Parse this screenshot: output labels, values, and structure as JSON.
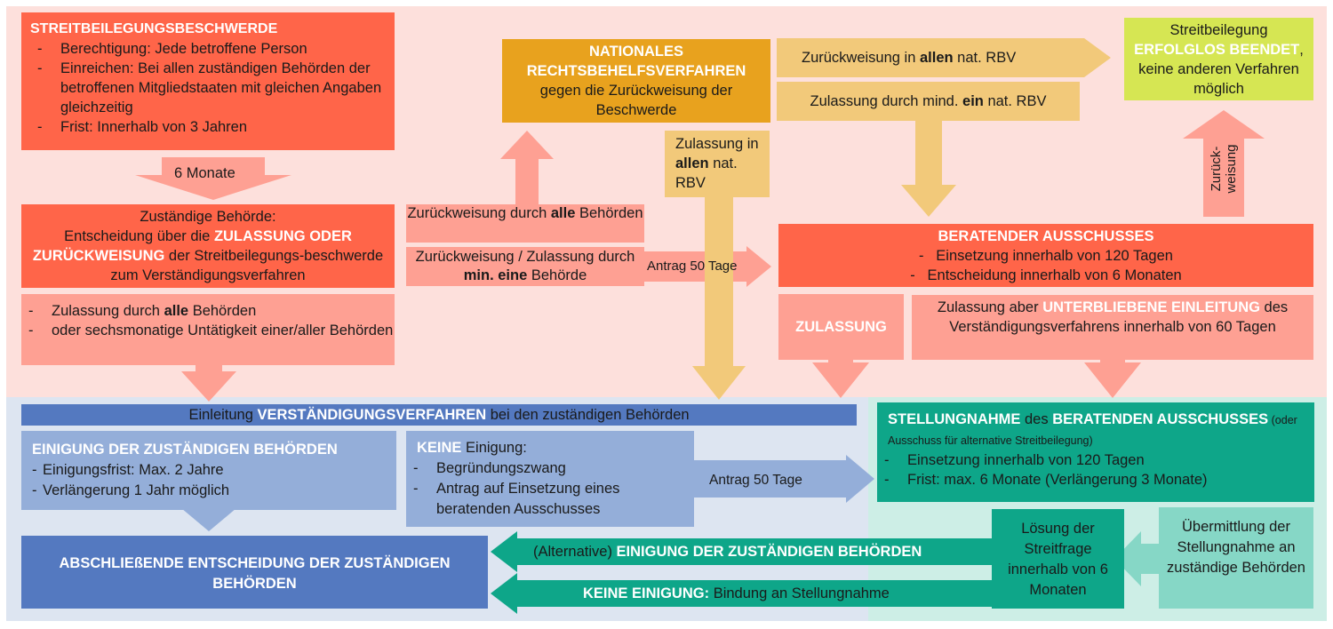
{
  "diagram": {
    "colors": {
      "top_background": "#fde0dc",
      "bottom_left_background": "#dde5f1",
      "bottom_right_background": "#cdeee6",
      "red": "#ff6549",
      "salmon": "#fea093",
      "ochre": "#e8a21e",
      "sand": "#f2c97a",
      "lime": "#d6e653",
      "blue": "#5479c0",
      "light_blue": "#94aed9",
      "teal": "#0ea689",
      "light_teal": "#86d7c6"
    },
    "complaint": {
      "title": "STREITBEILEGUNGSBESCHWERDE",
      "items": [
        "Berechtigung: Jede betroffene Person",
        "Einreichen: Bei allen zuständigen Behörden der betroffenen Mitgliedstaaten mit gleichen Angaben gleichzeitig",
        "Frist: Innerhalb von 3 Jahren"
      ]
    },
    "arrow_6_months": "6 Monate",
    "authority_decision": {
      "line1": "Zuständige Behörde:",
      "line2_pre": "Entscheidung über die ",
      "highlight": "ZULASSUNG ODER ZURÜCKWEISUNG",
      "line2_post": " der Streitbeilegungs-beschwerde zum Verständigungsverfahren"
    },
    "admission_all": {
      "item1_pre": "Zulassung durch ",
      "item1_bold": "alle",
      "item1_post": " Behörden",
      "item2": "oder sechsmonatige Untätigkeit einer/aller Behörden"
    },
    "rejection_all": {
      "pre": "Zurückweisung durch ",
      "bold": "alle",
      "post": " Behörden"
    },
    "rejection_one": {
      "pre": "Zurückweisung / Zulassung durch ",
      "bold": "min. eine",
      "post": " Behörde"
    },
    "arrow_antrag_top": "Antrag 50 Tage",
    "national_remedy": {
      "title": "NATIONALES RECHTSBEHELFSVERFAHREN",
      "subtitle": "gegen die Zurückweisung der Beschwerde"
    },
    "admission_all_rbv": {
      "pre": "Zulassung in ",
      "bold": "allen",
      "post": " nat. RBV"
    },
    "rejection_all_rbv": {
      "pre": "Zurückweisung in ",
      "bold": "allen",
      "post": " nat. RBV"
    },
    "admission_one_rbv": {
      "pre": "Zulassung durch mind. ",
      "bold": "ein",
      "post": " nat. RBV"
    },
    "unsuccessful": {
      "line1": "Streitbeilegung",
      "highlight": "ERFOLGLOS BEENDET",
      "post": ", keine anderen Verfahren möglich"
    },
    "arrow_rejection_vertical": "Zurück-weisung",
    "advisory_committee": {
      "title": "BERATENDER AUSSCHUSSES",
      "items": [
        "Einsetzung innerhalb von 120 Tagen",
        "Entscheidung innerhalb von 6 Monaten"
      ]
    },
    "admission_label": "ZULASSUNG",
    "admission_no_initiation": {
      "pre": "Zulassung aber ",
      "highlight": "UNTERBLIEBENE EINLEITUNG",
      "post": " des Verständigungsverfahrens innerhalb von 60 Tagen"
    },
    "mutual_agreement_bar": {
      "pre": "Einleitung ",
      "highlight": "VERSTÄNDIGUNGSVERFAHREN",
      "post": " bei den zuständigen Behörden"
    },
    "agreement": {
      "title": "EINIGUNG DER ZUSTÄNDIGEN BEHÖRDEN",
      "items": [
        "Einigungsfrist: Max. 2 Jahre",
        "Verlängerung 1 Jahr möglich"
      ]
    },
    "no_agreement": {
      "highlight": "KEINE",
      "title_post": " Einigung:",
      "items": [
        "Begründungszwang",
        "Antrag auf Einsetzung eines beratenden Ausschusses"
      ]
    },
    "arrow_antrag_bottom": "Antrag 50 Tage",
    "opinion": {
      "highlight1": "STELLUNGNAHME",
      "mid": " des ",
      "highlight2": "BERATENDEN AUSSCHUSSES",
      "note": " (oder Ausschuss für alternative Streitbeilegung)",
      "items": [
        "Einsetzung innerhalb von 120 Tagen",
        "Frist: max. 6 Monate (Verlängerung 3 Monate)"
      ]
    },
    "final_decision": "ABSCHLIEßENDE ENTSCHEIDUNG DER ZUSTÄNDIGEN BEHÖRDEN",
    "arrow_alt_agreement": {
      "pre": "(Alternative) ",
      "highlight": "EINIGUNG DER ZUSTÄNDIGEN BEHÖRDEN"
    },
    "arrow_no_agreement": {
      "highlight": "KEINE EINIGUNG:",
      "post": " Bindung an Stellungnahme"
    },
    "resolution": "Lösung der Streitfrage innerhalb von 6 Monaten",
    "transmission": "Übermittlung der Stellungnahme an zuständige Behörden"
  }
}
